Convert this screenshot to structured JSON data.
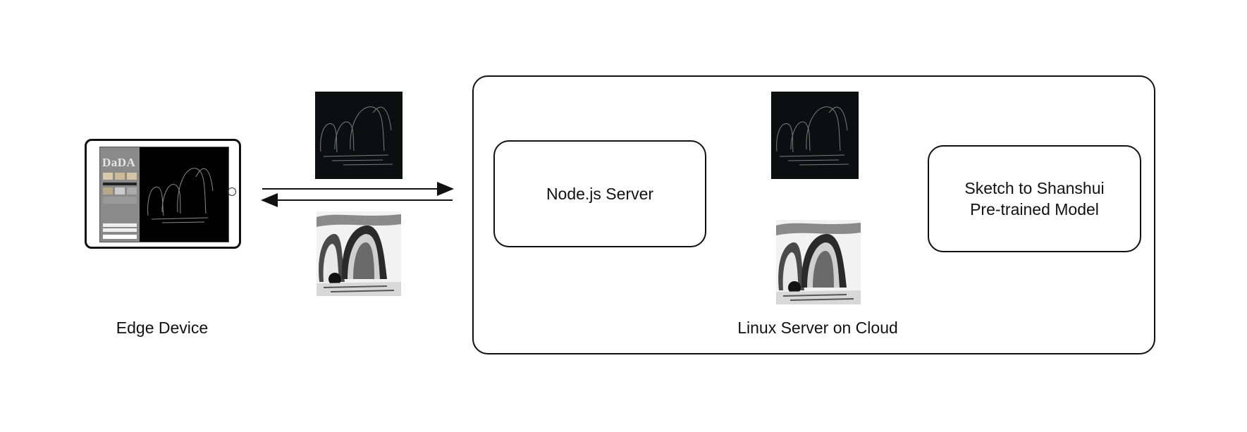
{
  "labels": {
    "edge_device": "Edge Device",
    "node_server": "Node.js Server",
    "model_line1": "Sketch to Shanshui",
    "model_line2": "Pre-trained Model",
    "cloud_server": "Linux Server on Cloud"
  },
  "tablet": {
    "app_logo": "DaDA"
  },
  "colors": {
    "stroke": "#111111",
    "sketch_bg": "#0b0f0f",
    "sketch_line": "#8a8a8a"
  }
}
